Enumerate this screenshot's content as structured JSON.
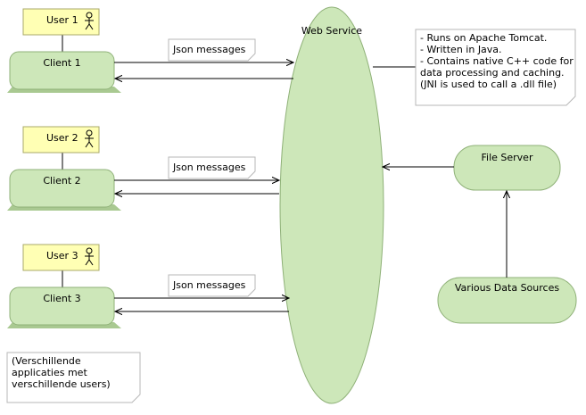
{
  "users": [
    {
      "label": "User 1"
    },
    {
      "label": "User 2"
    },
    {
      "label": "User 3"
    }
  ],
  "clients": [
    {
      "label": "Client 1"
    },
    {
      "label": "Client 2"
    },
    {
      "label": "Client 3"
    }
  ],
  "message_notes": [
    {
      "label": "Json messages"
    },
    {
      "label": "Json messages"
    },
    {
      "label": "Json messages"
    }
  ],
  "web_service": {
    "label": "Web Service"
  },
  "web_service_note": {
    "lines": [
      "- Runs on Apache Tomcat.",
      "- Written in Java.",
      "- Contains native C++ code for",
      "data processing and caching.",
      "(JNI is used to call a .dll file)"
    ]
  },
  "file_server": {
    "label": "File Server"
  },
  "data_sources": {
    "label": "Various Data Sources"
  },
  "clients_note": {
    "lines": [
      "(Verschillende",
      "applicaties met",
      "verschillende users)"
    ]
  },
  "colors": {
    "user_fill": "#ffffb4",
    "user_stroke": "#a9a96a",
    "node_fill": "#cde7b9",
    "node_stroke": "#8fb178",
    "device_base": "#a9c991",
    "note_stroke": "#b7b7b7"
  }
}
